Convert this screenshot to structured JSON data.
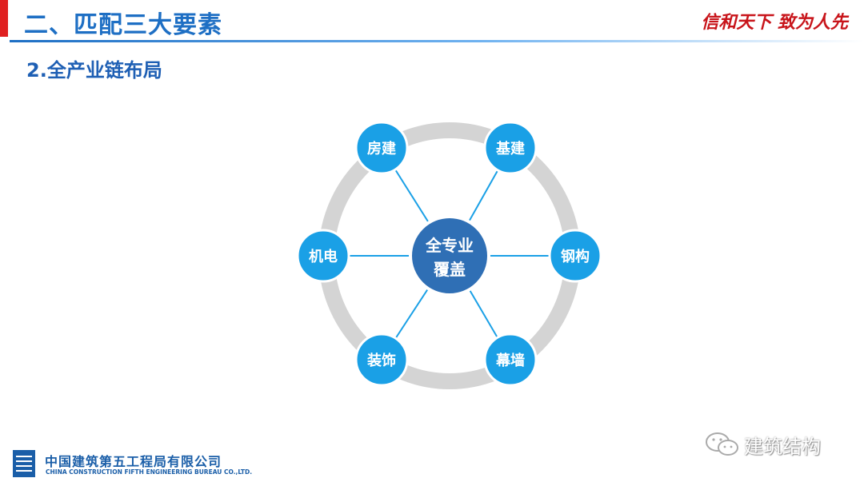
{
  "header": {
    "title": "二、匹配三大要素",
    "slogan": "信和天下  致为人先"
  },
  "section": {
    "subtitle": "2.全产业链布局"
  },
  "diagram": {
    "center": {
      "line1": "全专业",
      "line2": "覆盖"
    },
    "nodes": [
      "房建",
      "基建",
      "钢构",
      "幕墙",
      "装饰",
      "机电"
    ],
    "colors": {
      "node": "#1aa0e6",
      "center": "#2f6fb5",
      "ring": "#d4d4d4",
      "spoke": "#1aa0e6"
    }
  },
  "footer": {
    "company_cn": "中国建筑第五工程局有限公司",
    "company_en": "CHINA CONSTRUCTION FIFTH ENGINEERING BUREAU CO.,LTD.",
    "watermark": "建筑结构"
  }
}
